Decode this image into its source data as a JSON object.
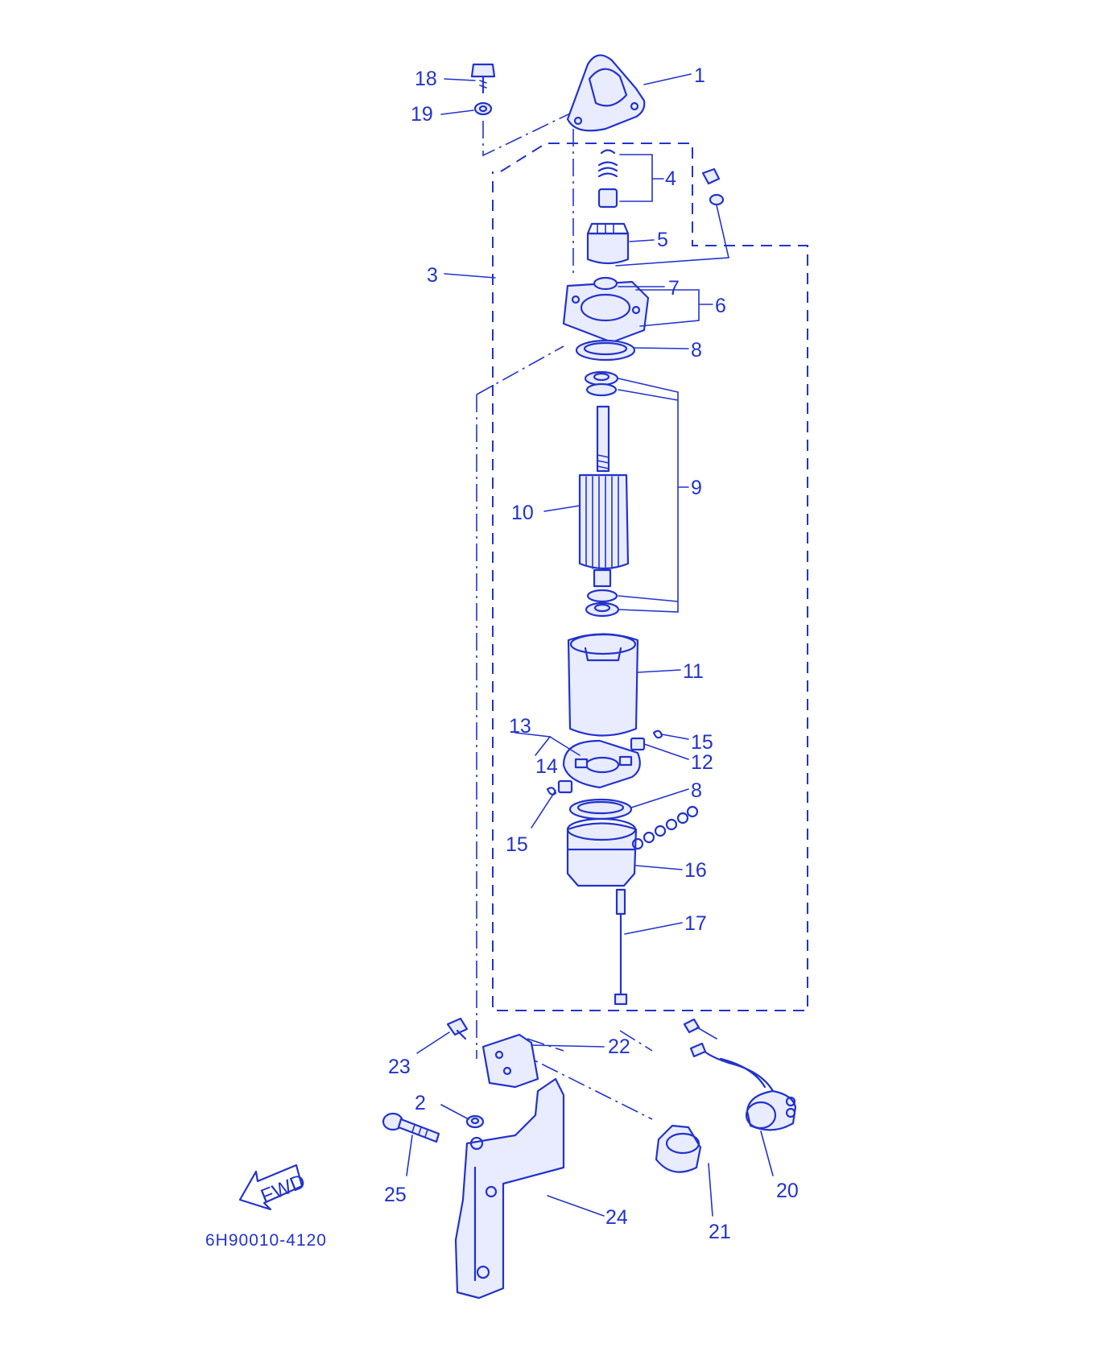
{
  "labels": {
    "p1": "1",
    "p2": "2",
    "p3": "3",
    "p4": "4",
    "p5": "5",
    "p6": "6",
    "p7": "7",
    "p8a": "8",
    "p8b": "8",
    "p9": "9",
    "p10": "10",
    "p11": "11",
    "p12": "12",
    "p13": "13",
    "p14": "14",
    "p15a": "15",
    "p15b": "15",
    "p16": "16",
    "p17": "17",
    "p18": "18",
    "p19": "19",
    "p20": "20",
    "p21": "21",
    "p22": "22",
    "p23": "23",
    "p24": "24",
    "p25": "25"
  },
  "fwd": "FWD",
  "drawing_code": "6H90010-4120",
  "ink_color": "#2233cc"
}
